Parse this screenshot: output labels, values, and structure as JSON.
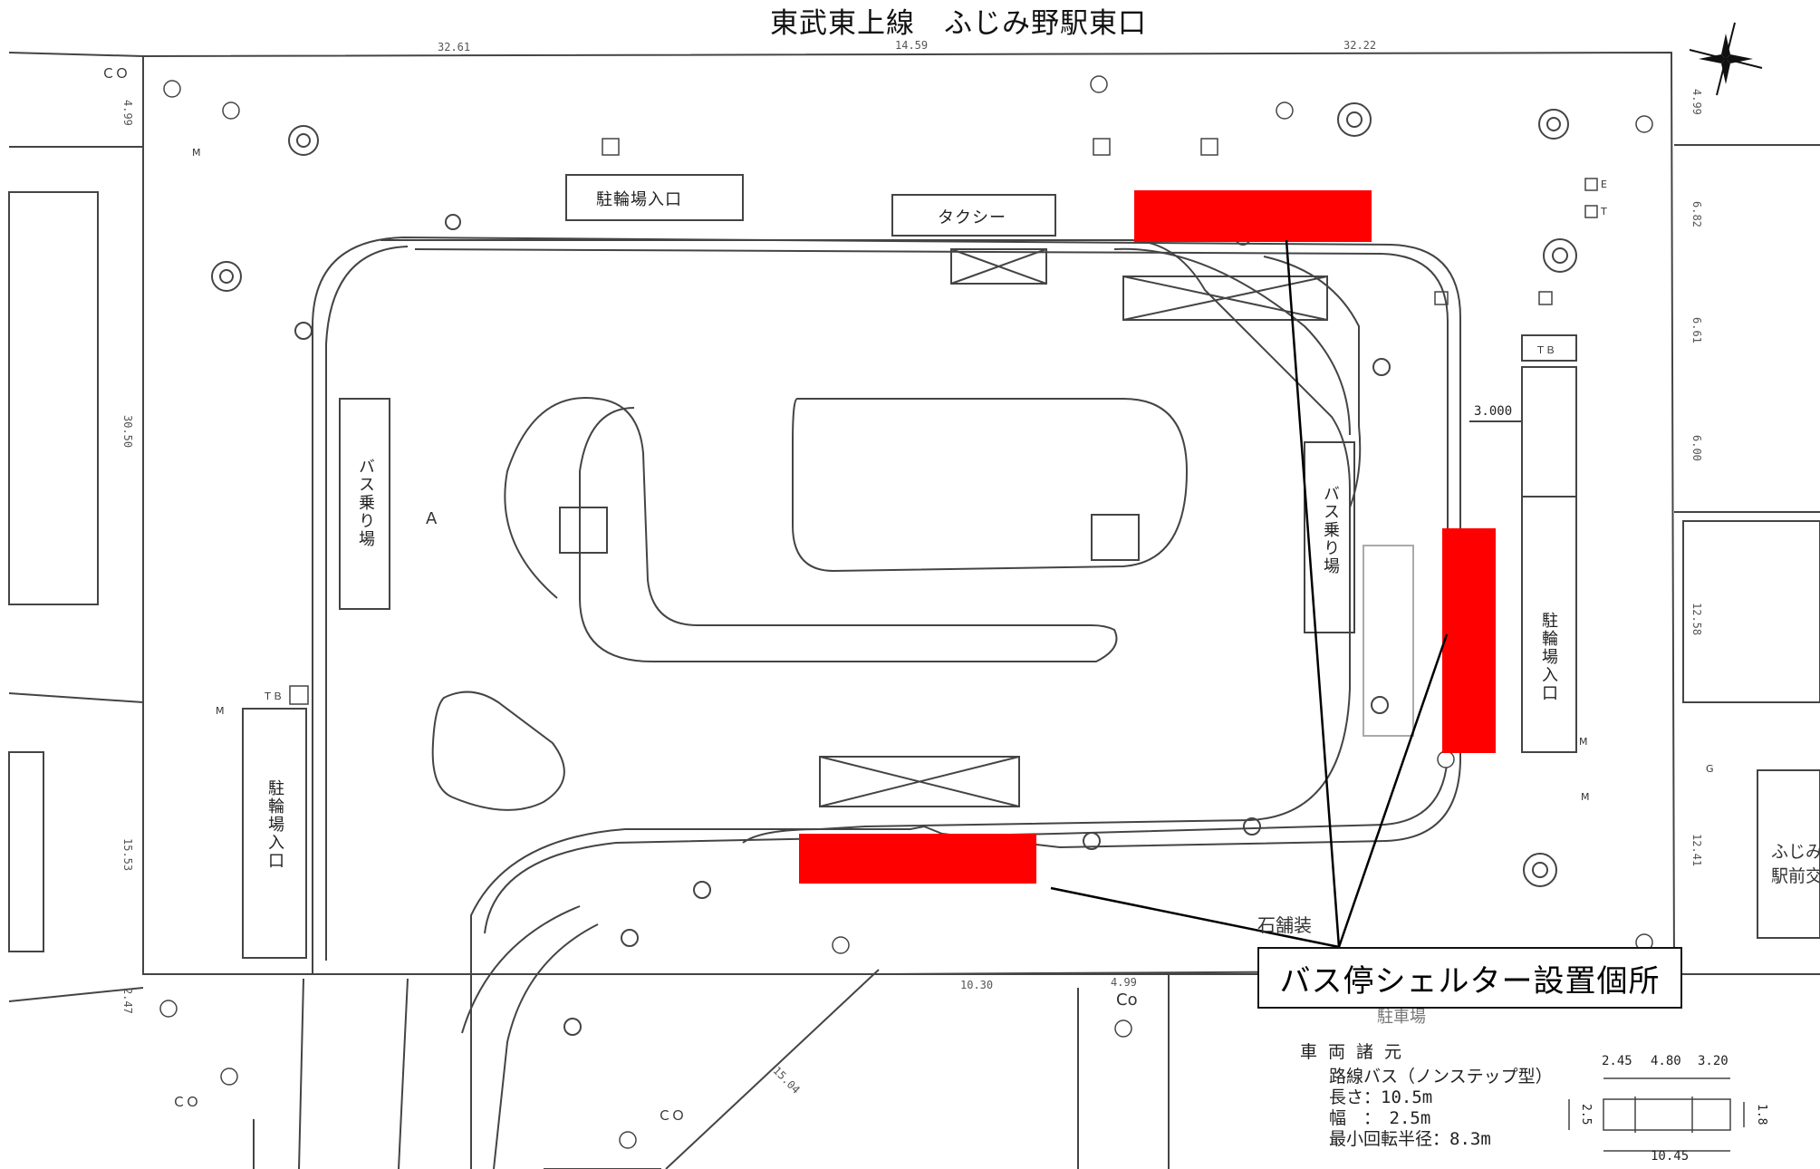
{
  "title": "東武東上線　ふじみ野駅東口",
  "callout": "バス停シェルター設置個所",
  "labels": {
    "taxi": "タクシー",
    "bike_top": "駐輪場入口",
    "bike_left": "駐輪場入口",
    "bike_right": "駐輪場入口",
    "bus_left": "バス乗り場",
    "bus_right": "バス乗り場",
    "paving": "石舗装",
    "parking": "駐車場",
    "area_a": "A",
    "building_line1": "ふじみ",
    "building_line2": "駅前交"
  },
  "dimensions": {
    "top_left": "32.61",
    "top_mid": "14.59",
    "top_right": "32.22",
    "right_1": "4.99",
    "right_2": "6.82",
    "right_3": "6.61",
    "right_4": "6.00",
    "right_5": "12.58",
    "right_6": "12.41",
    "left_1": "4.99",
    "left_2": "30.50",
    "left_3": "15.53",
    "left_4": "2.47",
    "bottom_1": "10.30",
    "bottom_2": "4.99",
    "diag": "15.04",
    "gap": "3.000"
  },
  "symbols": {
    "co1": "ＣＯ",
    "co2": "Co",
    "co3": "ＣＯ",
    "co4": "ＣＯ",
    "m": "M",
    "tb": "ＴＢ",
    "e": "E",
    "t": "T",
    "g": "G"
  },
  "vehicle_specs": {
    "heading": "車両諸元",
    "line1": "路線バス（ノンステップ型）",
    "line2": "長さ：10.5m",
    "line3": "幅　：　2.5m",
    "line4": "最小回転半径：8.3m",
    "dim_a": "2.45",
    "dim_b": "4.80",
    "dim_c": "3.20",
    "dim_len": "10.45",
    "dim_w": "2.5",
    "dim_w2": "1.8"
  },
  "colors": {
    "highlight": "#ff0000",
    "line": "#333333",
    "leader": "#000000"
  },
  "icons": [
    "compass-rose-icon",
    "manhole-icon",
    "sewer-icon",
    "tree-icon"
  ]
}
